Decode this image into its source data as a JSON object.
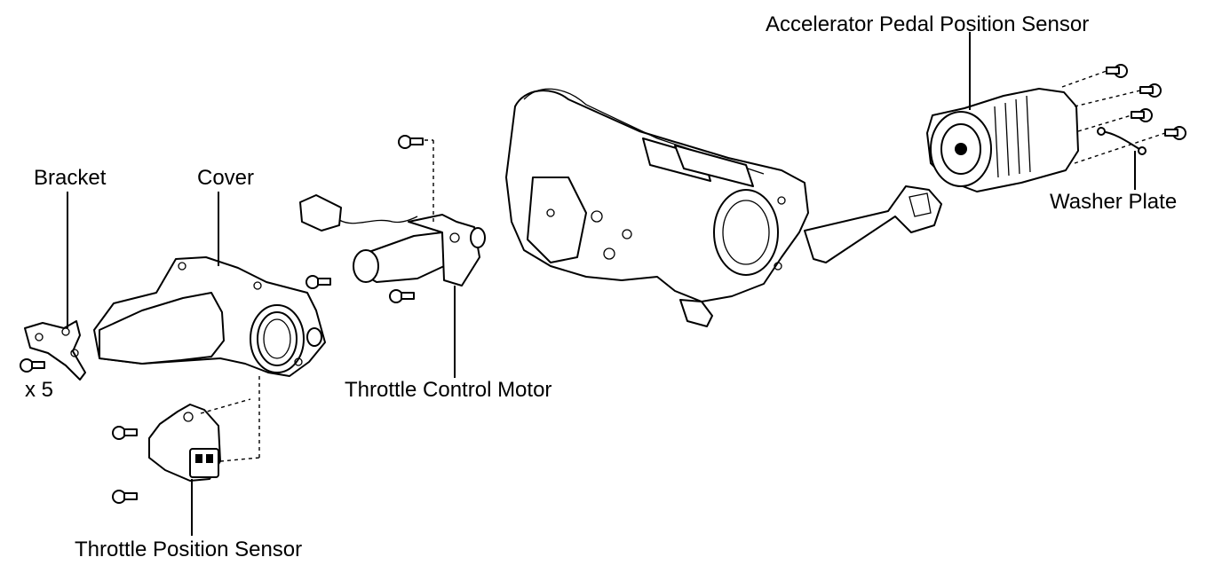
{
  "labels": {
    "accelerator_pedal_position_sensor": "Accelerator Pedal Position Sensor",
    "washer_plate": "Washer Plate",
    "bracket": "Bracket",
    "bracket_qty": "x 5",
    "cover": "Cover",
    "throttle_control_motor": "Throttle Control Motor",
    "throttle_position_sensor": "Throttle Position Sensor"
  }
}
